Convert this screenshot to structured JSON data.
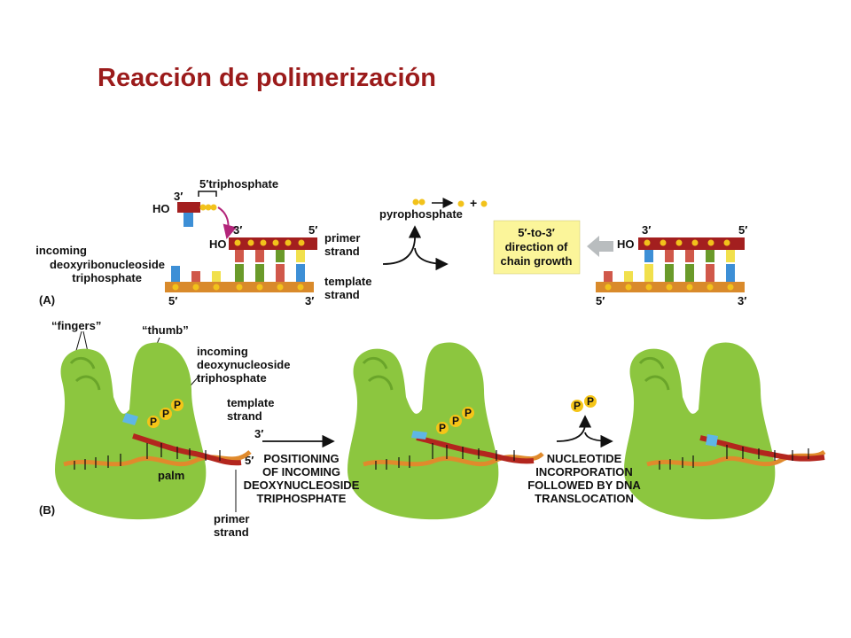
{
  "title": "Reacción de polimerización",
  "panel_a": {
    "label": "(A)",
    "incoming_label": [
      "incoming",
      "deoxyribonucleoside",
      "triphosphate"
    ],
    "triphosphate_label": "5′triphosphate",
    "ho": "HO",
    "three_prime": "3′",
    "five_prime": "5′",
    "primer_strand": [
      "primer",
      "strand"
    ],
    "template_strand": [
      "template",
      "strand"
    ],
    "pyrophosphate": "pyrophosphate",
    "plus": "+",
    "direction_box": [
      "5′-to-3′",
      "direction of",
      "chain growth"
    ],
    "colors": {
      "sugar_backbone": "#a31f1f",
      "template_backbone": "#d98a2b",
      "phosphate": "#f2c21b",
      "base_blue": "#3d8fd6",
      "base_red": "#d0584a",
      "base_yellow": "#f1e04c",
      "base_green": "#6a9a2a",
      "direction_box_bg": "#fbf59a",
      "arrow_magenta": "#b3257a"
    }
  },
  "panel_b": {
    "label": "(B)",
    "fingers": "“fingers”",
    "thumb": "“thumb”",
    "incoming_label": [
      "incoming",
      "deoxynucleoside",
      "triphosphate"
    ],
    "template_strand": [
      "template",
      "strand"
    ],
    "three_prime": "3′",
    "five_prime": "5′",
    "palm": "palm",
    "primer_strand": [
      "primer",
      "strand"
    ],
    "step1": [
      "POSITIONING",
      "OF INCOMING",
      "DEOXYNUCLEOSIDE",
      "TRIPHOSPHATE"
    ],
    "step2": [
      "NUCLEOTIDE",
      "INCORPORATION",
      "FOLLOWED BY DNA",
      "TRANSLOCATION"
    ],
    "p": "P",
    "colors": {
      "enzyme": "#8cc63f",
      "enzyme_dark": "#6aa52a",
      "helix_red": "#b3261e",
      "helix_orange": "#e08a2c",
      "phosphate_ball": "#f5c518",
      "nucleotide_blue": "#5fb6e6"
    }
  }
}
